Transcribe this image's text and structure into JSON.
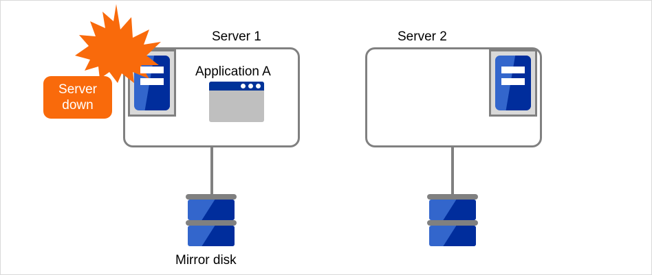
{
  "diagram": {
    "title_server1": "Server 1",
    "title_server2": "Server 2",
    "application_label": "Application  A",
    "mirror_disk_label": "Mirror disk",
    "alert": {
      "line1": "Server",
      "line2": "down"
    },
    "colors": {
      "alert_orange": "#f96a0b",
      "box_gray": "#808080",
      "icon_light_blue": "#3366cc",
      "icon_dark_blue": "#002d9c",
      "icon_bezel_gray": "#d9d9d9",
      "app_titlebar_blue": "#003399",
      "app_body_gray": "#bfbfbf"
    },
    "icons": {
      "server1": "server-machine-icon",
      "server2": "server-machine-icon",
      "application": "application-window-icon",
      "disk1": "mirror-disk-icon",
      "disk2": "mirror-disk-icon",
      "burst": "explosion-burst-icon"
    }
  }
}
